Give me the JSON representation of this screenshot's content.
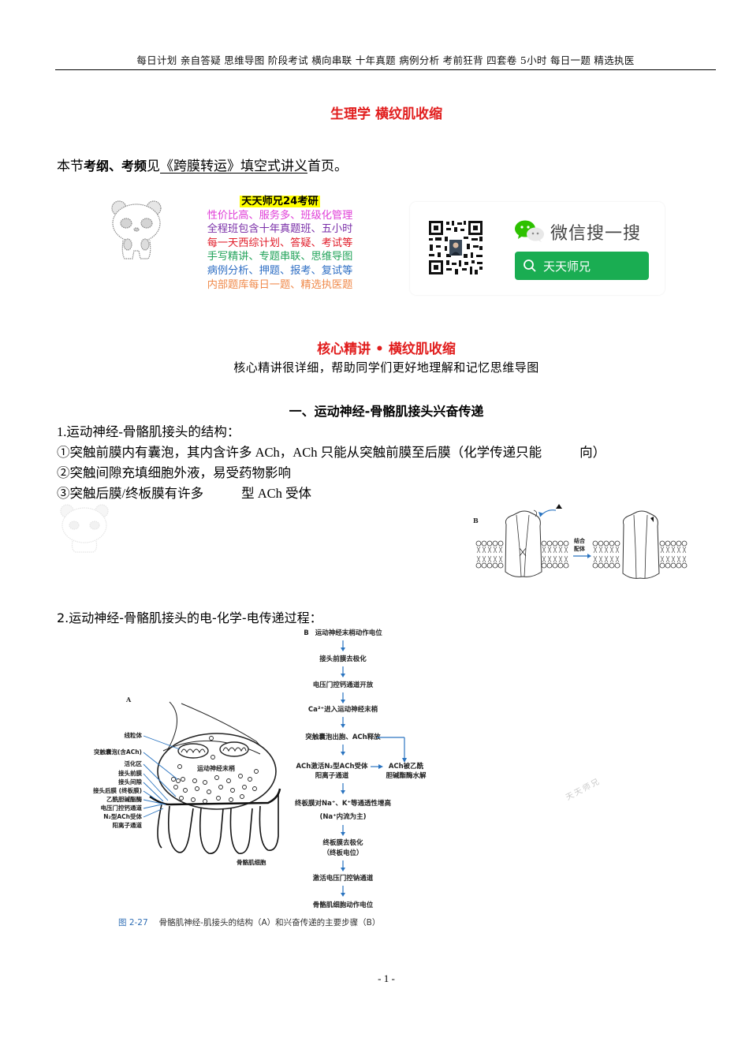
{
  "header": {
    "running_title": "每日计划 亲自答疑 思维导图 阶段考试 横向串联 十年真题 病例分析 考前狂背 四套卷 5小时 每日一题 精选执医"
  },
  "document": {
    "title": "生理学  横纹肌收缩",
    "intro": {
      "prefix": "本节",
      "bold1": "考纲、考频",
      "mid": "见",
      "link": "《跨膜转运》填空式讲义",
      "suffix": "首页。"
    }
  },
  "promo": {
    "headline": "天天师兄24考研",
    "lines": [
      {
        "text": "性价比高、服务多、班级化管理",
        "color": "#e040d8"
      },
      {
        "text": "全程班包含十年真题班、五小时",
        "color": "#7a2fa8"
      },
      {
        "text": "每一天西综计划、答疑、考试等",
        "color": "#e11d2a"
      },
      {
        "text": "手写精讲、专题串联、思维导图",
        "color": "#22a35a"
      },
      {
        "text": "病例分析、押题、报考、复试等",
        "color": "#2f6fc4"
      },
      {
        "text": "内部题库每日一题、精选执医题",
        "color": "#f08a4b"
      }
    ],
    "wechat_search_label": "微信搜一搜",
    "wechat_search_value": "天天师兄",
    "qr_icon": "qr-code",
    "search_icon": "magnifier"
  },
  "core": {
    "title": "核心精讲 • 横纹肌收缩",
    "subtitle": "核心精讲很详细，帮助同学们更好地理解和记忆思维导图"
  },
  "section1": {
    "title": "一、运动神经-骨骼肌接头兴奋传递",
    "item1_heading": "1.运动神经-骨骼肌接头的结构：",
    "item1_points": [
      {
        "before": "①突触前膜内有囊泡，其内含许多 ACh，ACh 只能从突触前膜至后膜（化学传递只能",
        "after": "向）"
      },
      {
        "before": "②突触间隙充填细胞外液，易受药物影响",
        "after": ""
      },
      {
        "before": "③突触后膜/终板膜有许多",
        "after": "型 ACh 受体"
      }
    ],
    "receptor_figure": {
      "label": "B",
      "arrow_label_1": "结合",
      "arrow_label_2": "配体"
    },
    "item2_heading": "2.运动神经-骨骼肌接头的电-化学-电传递过程："
  },
  "figure_2_27": {
    "panel_a": {
      "label": "A",
      "center_label": "运动神经末梢",
      "bottom_label": "骨骼肌细胞",
      "callouts": [
        "线粒体",
        "突触囊泡(含ACh)",
        "活化区",
        "接头前膜",
        "接头间隙",
        "接头后膜 (终板膜)",
        "乙酰胆碱酯酶",
        "电压门控钙通道",
        "N₂型ACh受体",
        "阳离子通道"
      ]
    },
    "panel_b": {
      "label": "B",
      "steps": [
        "运动神经末梢动作电位",
        "接头前膜去极化",
        "电压门控钙通道开放",
        "Ca²⁺进入运动神经末梢",
        "突触囊泡出胞、ACh释放",
        "ACh激活N₂型ACh受体",
        "阳离子通道",
        "终板膜对Na⁺、K⁺等通透性增高",
        "(Na⁺内流为主)",
        "终板膜去极化",
        "（终板电位）",
        "激活电压门控钠通道",
        "骨骼肌细胞动作电位"
      ],
      "side_branch_1": "ACh被乙酰",
      "side_branch_2": "胆碱酯酶水解"
    },
    "caption_number": "图 2-27",
    "caption_text": "骨骼肌神经-肌接头的结构（A）和兴奋传递的主要步骤（B）"
  },
  "watermark": "天天师兄",
  "footer": {
    "page_number": "- 1 -"
  }
}
